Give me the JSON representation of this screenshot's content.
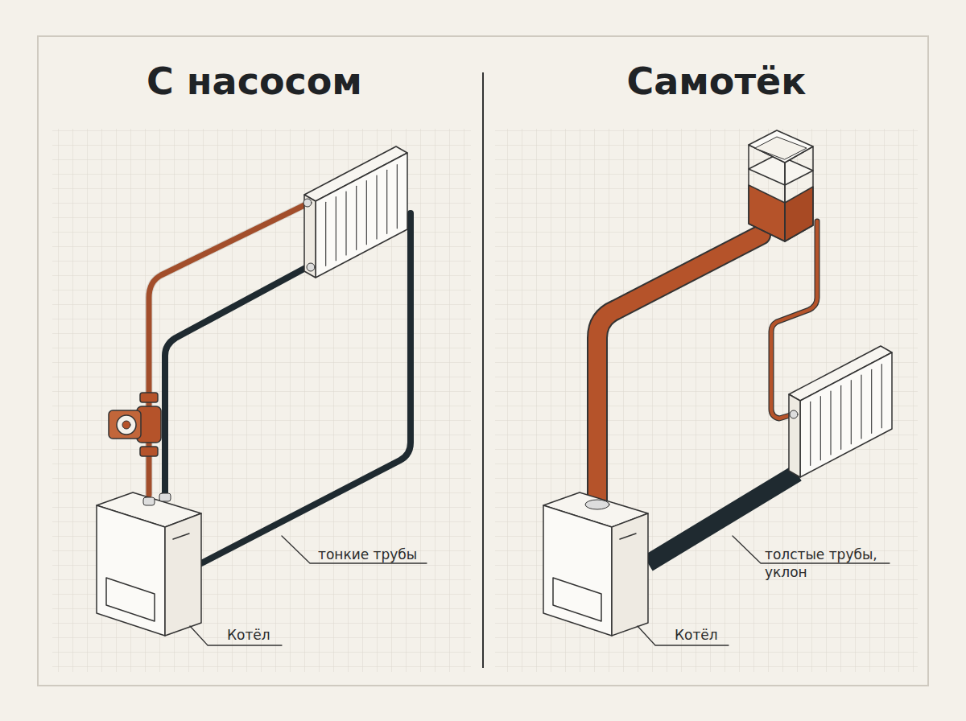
{
  "diagram": {
    "labels": [
      "С насосом",
      "Самотёк",
      "тонкие трубы",
      "Котёл",
      "толстые трубы, уклон",
      "Котёл"
    ]
  }
}
